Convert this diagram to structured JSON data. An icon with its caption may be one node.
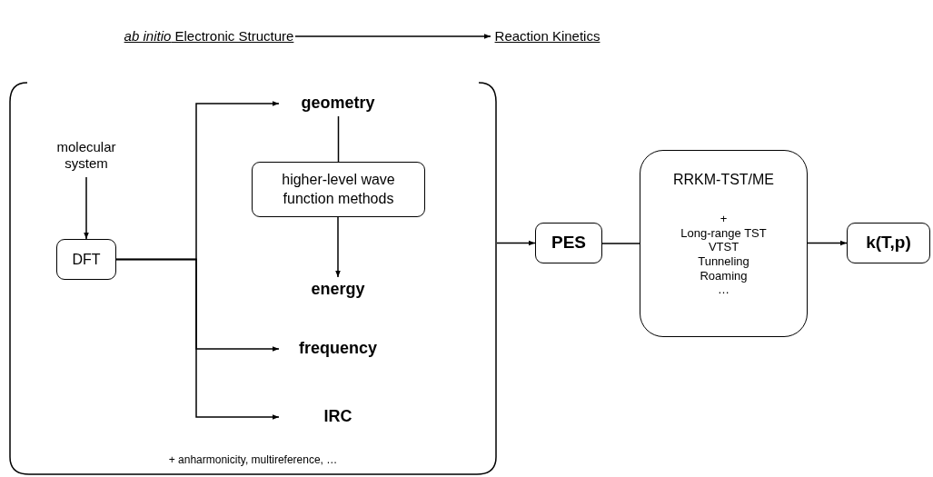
{
  "diagram": {
    "nodes": [
      {
        "text": [
          "*ab initio* Electronic Structure"
        ]
      },
      {
        "text": [
          "Reaction Kinetics"
        ]
      },
      {
        "text": [
          "+ anharmonicity, multireference, …"
        ]
      },
      {
        "text": [
          "molecular system"
        ],
        "in": 2
      },
      {
        "text": [
          "DFT"
        ],
        "in": 2
      },
      {
        "text": [
          "geometry"
        ],
        "in": 2
      },
      {
        "text": [
          "higher-level wave function methods"
        ],
        "in": 2
      },
      {
        "text": [
          "energy"
        ],
        "in": 2
      },
      {
        "text": [
          "frequency"
        ],
        "in": 2
      },
      {
        "text": [
          "IRC"
        ],
        "in": 2
      },
      {
        "text": [
          "PES"
        ]
      },
      {
        "text": [
          "RRKM-TST/ME",
          "+",
          "Long-range TST",
          "VTST",
          "Tunneling",
          "Roaming",
          "…"
        ]
      },
      {
        "text": [
          "k(T,p)"
        ]
      }
    ],
    "edges": [
      {
        "from": 0,
        "to": 1,
        "arrow": "to"
      },
      {
        "from": 3,
        "to": 4,
        "arrow": "to"
      },
      {
        "from": 4,
        "to": 5,
        "arrow": "to"
      },
      {
        "from": 4,
        "to": 8,
        "arrow": "to"
      },
      {
        "from": 4,
        "to": 9,
        "arrow": "to"
      },
      {
        "from": 5,
        "to": 6,
        "arrow": "none"
      },
      {
        "from": 6,
        "to": 7,
        "arrow": "to"
      },
      {
        "from": 2,
        "to": 10,
        "arrow": "to"
      },
      {
        "from": 10,
        "to": 11,
        "arrow": "none"
      },
      {
        "from": 11,
        "to": 12,
        "arrow": "to"
      }
    ]
  }
}
